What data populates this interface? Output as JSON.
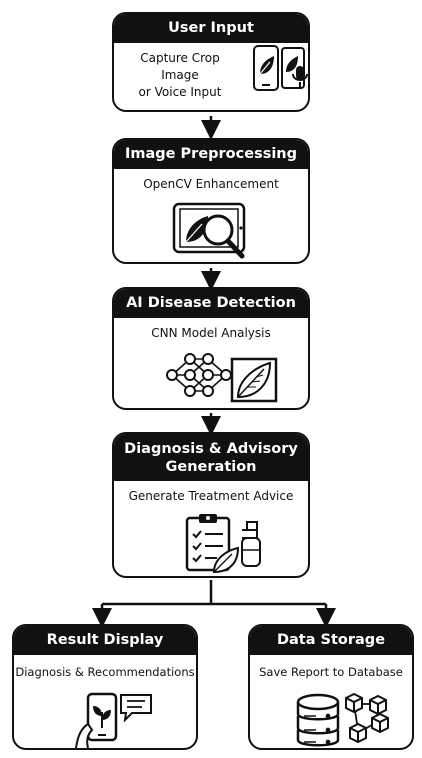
{
  "steps": {
    "user_input": {
      "title": "User Input",
      "subtitle_1": "Capture Crop Image",
      "subtitle_2": "or Voice Input"
    },
    "preprocessing": {
      "title": "Image Preprocessing",
      "subtitle": "OpenCV Enhancement"
    },
    "detection": {
      "title": "AI Disease Detection",
      "subtitle": "CNN Model Analysis"
    },
    "diagnosis": {
      "title_1": "Diagnosis & Advisory",
      "title_2": "Generation",
      "subtitle": "Generate Treatment Advice"
    },
    "result": {
      "title": "Result Display",
      "subtitle": "Diagnosis & Recommendations"
    },
    "storage": {
      "title": "Data Storage",
      "subtitle": "Save Report to Database"
    }
  },
  "colors": {
    "ink": "#111111",
    "background": "#ffffff"
  },
  "icons": [
    "smartphone-leaf-icon",
    "tablet-microphone-icon",
    "tablet-magnifier-icon",
    "neural-network-icon",
    "leaf-icon",
    "clipboard-checklist-icon",
    "spray-bottle-icon",
    "phone-hand-icon",
    "chat-bubble-icon",
    "database-icon",
    "blocks-icon"
  ]
}
